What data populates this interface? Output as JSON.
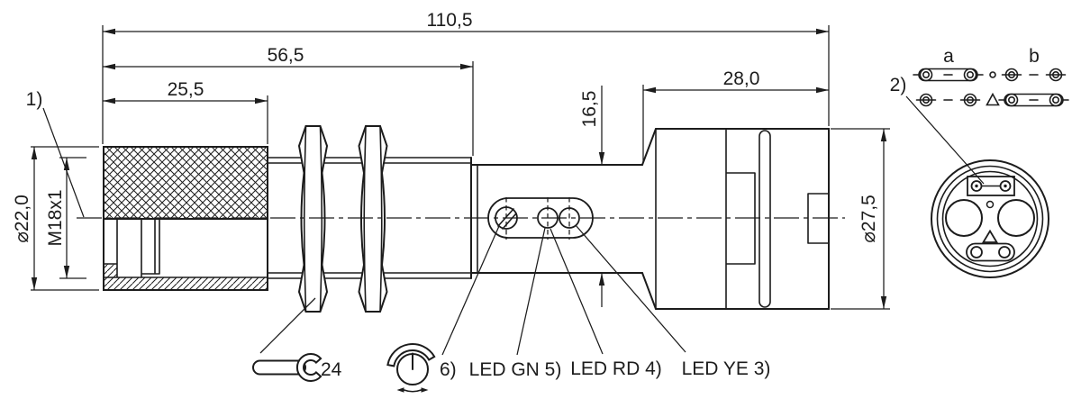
{
  "drawing": {
    "dimensions": {
      "overall_length": "110,5",
      "length_to_thread_end": "56,5",
      "head_length": "25,5",
      "connector_length": "28,0",
      "mid_section_height": "16,5",
      "head_diameter": "⌀22,0",
      "thread_spec": "M18x1",
      "connector_diameter": "⌀27,5",
      "wrench_size": "24"
    },
    "callouts": {
      "note_1": "1)",
      "note_2": "2)",
      "note_6": "6)",
      "led_green": "LED GN 5)",
      "led_red": "LED RD 4)",
      "led_yellow": "LED YE 3)"
    },
    "pin_legend": {
      "label_a": "a",
      "label_b": "b"
    },
    "icons": {
      "wrench": "wrench-icon",
      "rotary_adjustment": "rotary-adjustment-icon"
    },
    "colors": {
      "line": "#1c1c1c",
      "background": "#ffffff"
    }
  }
}
